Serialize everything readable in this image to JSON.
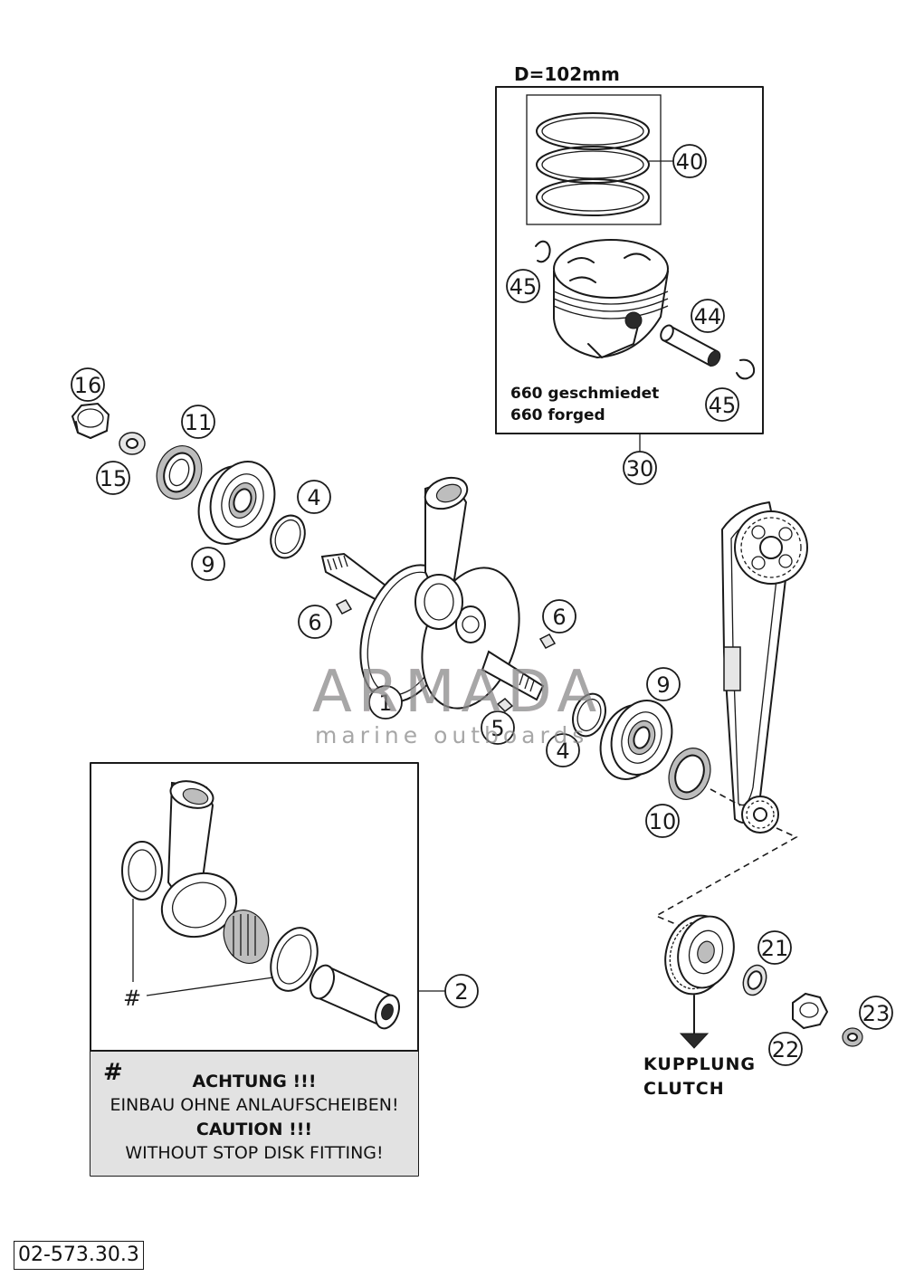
{
  "piston_kit": {
    "dimension_label": "D=102mm",
    "forged_de": "660 geschmiedet",
    "forged_en": "660 forged"
  },
  "callouts": [
    {
      "num": "40",
      "part": "piston-rings"
    },
    {
      "num": "45",
      "part": "circlip-upper"
    },
    {
      "num": "44",
      "part": "piston-pin"
    },
    {
      "num": "45",
      "part": "circlip-lower"
    },
    {
      "num": "30",
      "part": "piston-kit"
    },
    {
      "num": "16",
      "part": "hex-nut"
    },
    {
      "num": "11",
      "part": "shaft-seal-left"
    },
    {
      "num": "15",
      "part": "washer"
    },
    {
      "num": "4",
      "part": "shim-left"
    },
    {
      "num": "9",
      "part": "bearing-left"
    },
    {
      "num": "6",
      "part": "woodruff-key-left"
    },
    {
      "num": "6",
      "part": "woodruff-key-right"
    },
    {
      "num": "9",
      "part": "bearing-right"
    },
    {
      "num": "1",
      "part": "crankshaft"
    },
    {
      "num": "5",
      "part": "key"
    },
    {
      "num": "4",
      "part": "shim-right"
    },
    {
      "num": "10",
      "part": "shaft-seal-right"
    },
    {
      "num": "2",
      "part": "conrod-kit"
    },
    {
      "num": "21",
      "part": "lock-washer"
    },
    {
      "num": "22",
      "part": "nut"
    },
    {
      "num": "23",
      "part": "small-nut"
    }
  ],
  "conrod_kit": {
    "hash_marker": "#"
  },
  "caution": {
    "hash": "#",
    "line1": "ACHTUNG !!!",
    "line2": "EINBAU OHNE ANLAUFSCHEIBEN!",
    "line3": "CAUTION !!!",
    "line4": "WITHOUT STOP DISK FITTING!"
  },
  "clutch": {
    "label_de": "KUPPLUNG",
    "label_en": "CLUTCH"
  },
  "watermark": {
    "brand": "ARMADA",
    "subtitle": "marine outboards",
    "color": "#e8a0c0"
  },
  "document_number": "02-573.30.3"
}
